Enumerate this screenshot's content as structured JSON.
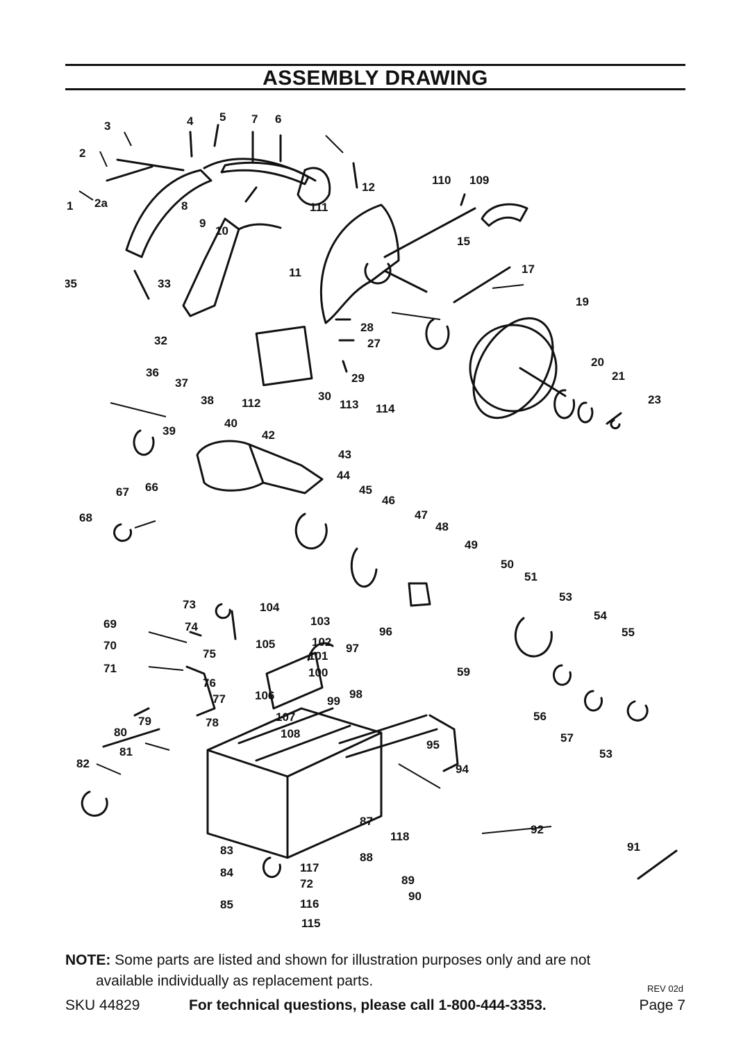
{
  "title": "ASSEMBLY DRAWING",
  "labels": [
    "1",
    "2",
    "2a",
    "3",
    "4",
    "5",
    "6",
    "7",
    "8",
    "9",
    "10",
    "11",
    "12",
    "15",
    "17",
    "19",
    "20",
    "21",
    "23",
    "27",
    "28",
    "29",
    "30",
    "32",
    "33",
    "35",
    "36",
    "37",
    "38",
    "39",
    "40",
    "42",
    "43",
    "44",
    "45",
    "46",
    "47",
    "48",
    "49",
    "50",
    "51",
    "53",
    "53",
    "54",
    "55",
    "56",
    "57",
    "59",
    "66",
    "67",
    "68",
    "69",
    "70",
    "71",
    "72",
    "73",
    "74",
    "75",
    "76",
    "77",
    "78",
    "79",
    "80",
    "81",
    "82",
    "83",
    "84",
    "85",
    "87",
    "88",
    "89",
    "90",
    "91",
    "92",
    "94",
    "95",
    "96",
    "97",
    "98",
    "99",
    "100",
    "101",
    "102",
    "103",
    "104",
    "105",
    "106",
    "107",
    "108",
    "109",
    "110",
    "111",
    "112",
    "113",
    "114",
    "115",
    "116",
    "117",
    "118"
  ],
  "note": {
    "label": "NOTE:",
    "text1": " Some parts are listed and shown for illustration purposes only and are not",
    "text2": "available individually as replacement parts."
  },
  "rev": "REV 02d",
  "footer": {
    "sku": "SKU 44829",
    "tech": "For technical questions, please call 1-800-444-3353.",
    "page": "Page 7"
  }
}
